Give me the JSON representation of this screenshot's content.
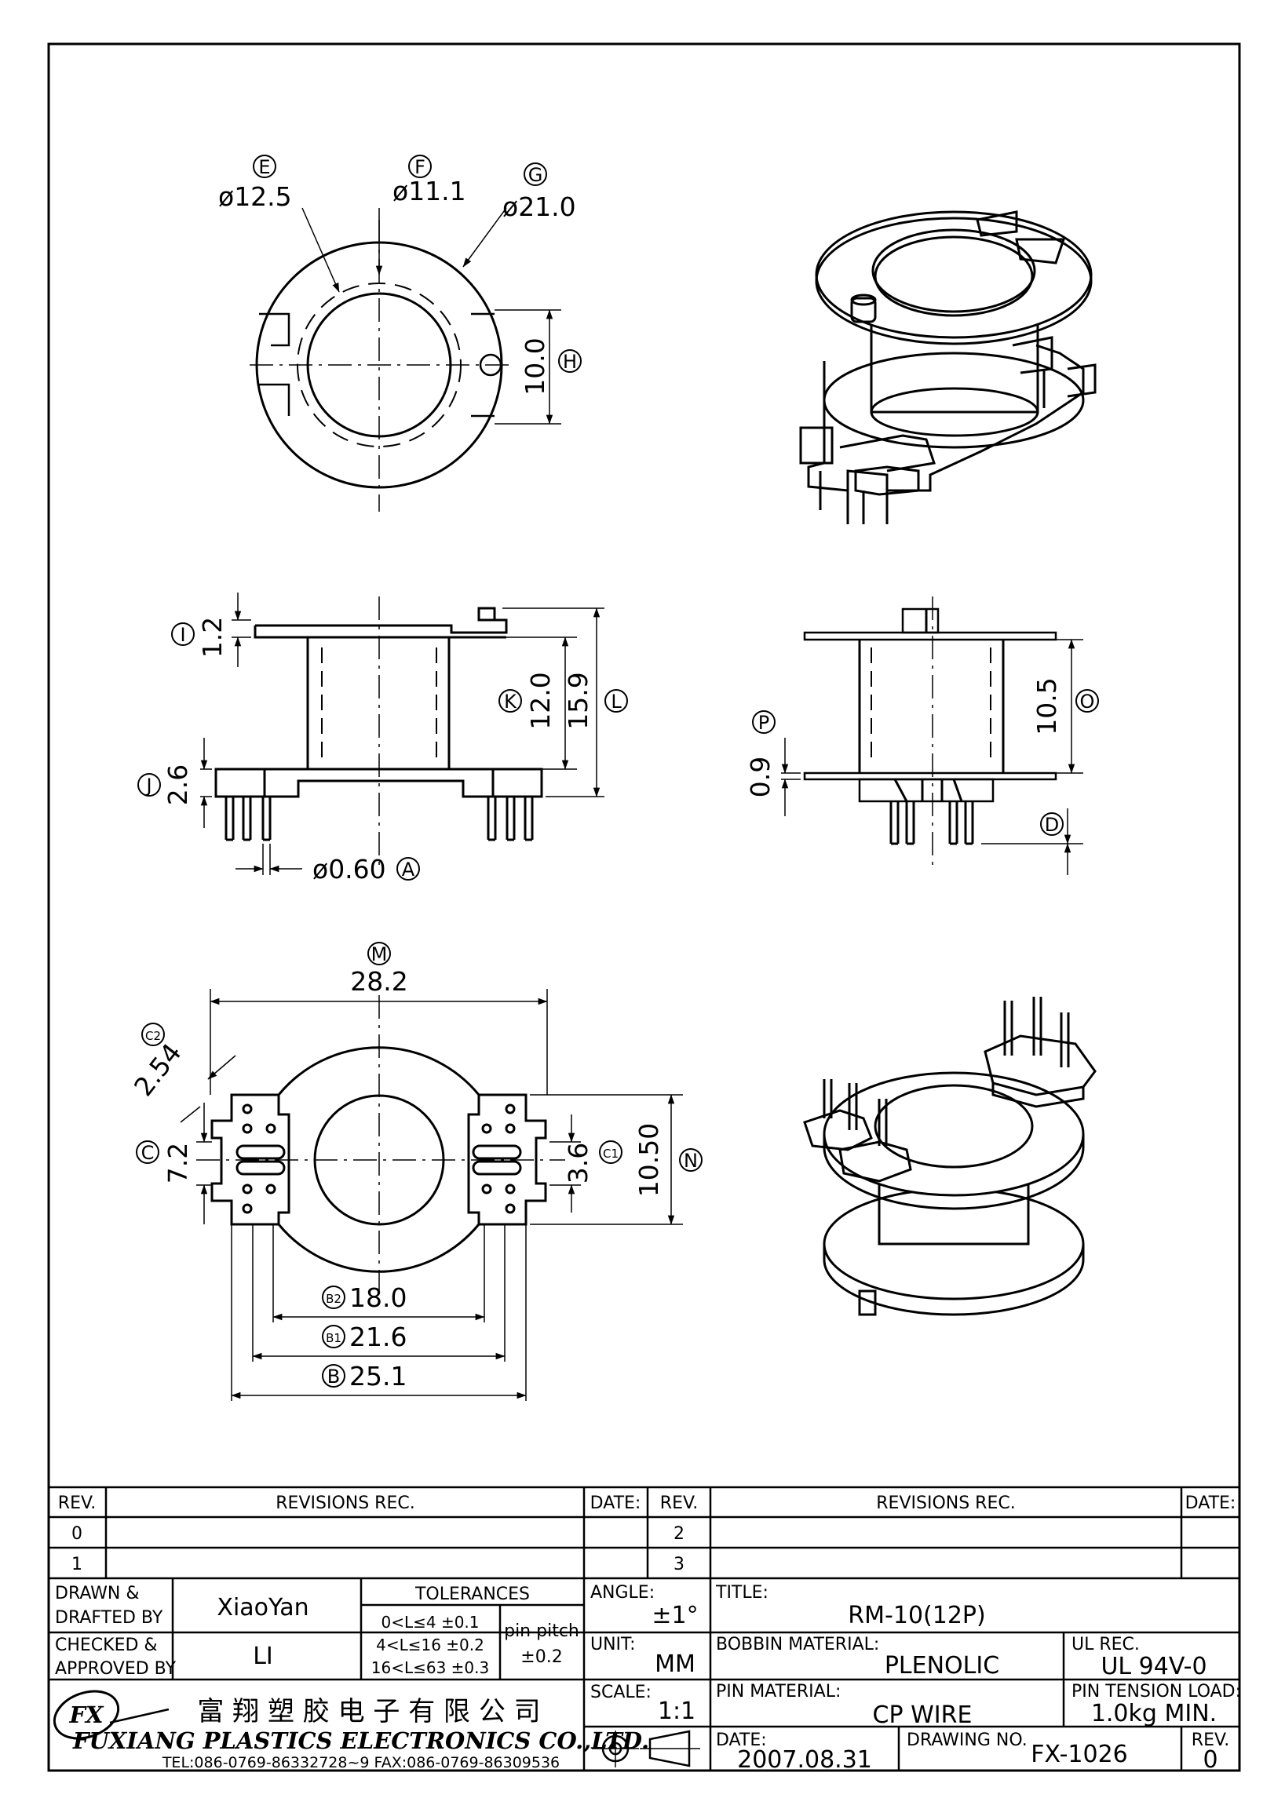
{
  "views": {
    "top_view": {
      "labels": {
        "E": "E",
        "F": "F",
        "G": "G",
        "H": "H"
      },
      "dims": {
        "E": "ø12.5",
        "F": "ø11.1",
        "G": "ø21.0",
        "H": "10.0"
      }
    },
    "front_view": {
      "labels": {
        "I": "I",
        "K": "K",
        "L": "L",
        "J": "J",
        "A": "A"
      },
      "dims": {
        "I": "1.2",
        "K": "12.0",
        "L": "15.9",
        "J": "2.6",
        "A": "ø0.60"
      }
    },
    "side_view": {
      "labels": {
        "P": "P",
        "O": "O",
        "D": "D"
      },
      "dims": {
        "P": "0.9",
        "O": "10.5"
      }
    },
    "bottom_view": {
      "labels": {
        "M": "M",
        "C2": "C2",
        "C": "C",
        "C1": "C1",
        "N": "N",
        "B2": "B2",
        "B1": "B1",
        "B": "B"
      },
      "dims": {
        "M": "28.2",
        "C2": "2.54",
        "C": "7.2",
        "C1": "3.6",
        "N": "10.50",
        "B2": "18.0",
        "B1": "21.6",
        "B": "25.1"
      }
    }
  },
  "title_block": {
    "revisions_header": {
      "rev": "REV.",
      "revisions": "REVISIONS   REC.",
      "date": "DATE:",
      "rev2": "REV.",
      "revisions2": "REVISIONS   REC.",
      "date2": "DATE:"
    },
    "revision_rows": [
      {
        "left": "0",
        "right": "2"
      },
      {
        "left": "1",
        "right": "3"
      }
    ],
    "drawn_label_1": "DRAWN  &",
    "drawn_label_2": "DRAFTED  BY",
    "drawn_by": "XiaoYan",
    "checked_label_1": "CHECKED  &",
    "checked_label_2": "APPROVED  BY",
    "checked_by": "LI",
    "tolerances": {
      "title": "TOLERANCES",
      "rows": [
        "0<L≤4   ±0.1",
        "4<L≤16  ±0.2",
        "16<L≤63  ±0.3"
      ],
      "pin_pitch_label": "pin  pitch",
      "pin_pitch_value": "±0.2"
    },
    "angle_label": "ANGLE:",
    "angle_value": "±1°",
    "unit_label": "UNIT:",
    "unit_value": "MM",
    "scale_label": "SCALE:",
    "scale_value": "1:1",
    "title_label": "TITLE:",
    "title_value": "RM-10(12P)",
    "bobbin_material_label": "BOBBIN  MATERIAL:",
    "bobbin_material_value": "PLENOLIC",
    "ul_rec_label": "UL  REC.",
    "ul_rec_value": "UL  94V-0",
    "pin_material_label": "PIN  MATERIAL:",
    "pin_material_value": "CP  WIRE",
    "pin_tension_label": "PIN  TENSION  LOAD:",
    "pin_tension_value": "1.0kg  MIN.",
    "date_label": "DATE:",
    "date_value": "2007.08.31",
    "drawing_no_label": "DRAWING  NO.",
    "drawing_no_value": "FX-1026",
    "rev_label": "REV.",
    "rev_value": "0",
    "company": {
      "logo_text": "FX",
      "name_cn": "富 翔 塑 胶 电 子 有 限 公 司",
      "name_en": "FUXIANG  PLASTICS  ELECTRONICS  CO.,LTD.",
      "contact": "TEL:086-0769-86332728~9   FAX:086-0769-86309536"
    }
  }
}
